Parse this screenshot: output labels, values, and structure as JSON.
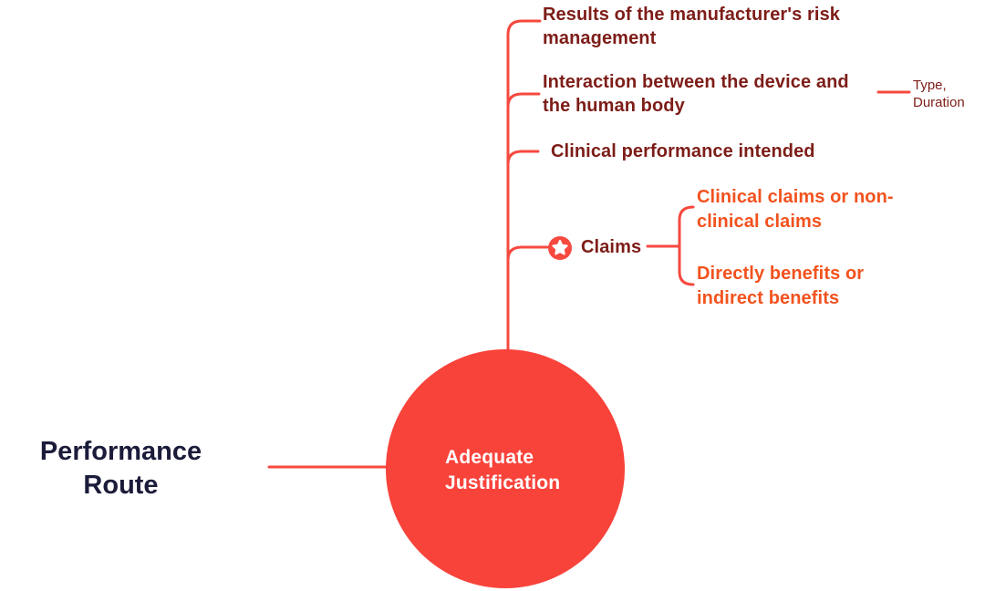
{
  "colors": {
    "accent_red": "#F6493F",
    "circle_fill": "#F8433B",
    "text_maroon": "#7D1D18",
    "text_orange": "#F2521E",
    "text_navy": "#1B1B3A",
    "text_white": "#FFFFFF",
    "background": "#FFFFFF"
  },
  "icons": {
    "claims_badge": "star-in-circle"
  },
  "mindmap": {
    "root": {
      "label": "Performance Route"
    },
    "center": {
      "label": "Adequate Justification"
    },
    "branches": [
      {
        "id": "results",
        "label": "Results of the manufacturer's risk management",
        "children": []
      },
      {
        "id": "interaction",
        "label": "Interaction between the device and the human body",
        "children": [
          {
            "id": "type-duration",
            "label": "Type, Duration"
          }
        ]
      },
      {
        "id": "clinical-performance",
        "label": "Clinical performance intended",
        "children": []
      },
      {
        "id": "claims",
        "label": "Claims",
        "icon": "star-badge",
        "children": [
          {
            "id": "clinical-claims",
            "label": "Clinical claims or non-clinical claims"
          },
          {
            "id": "benefits",
            "label": "Directly benefits or indirect benefits"
          }
        ]
      }
    ]
  }
}
